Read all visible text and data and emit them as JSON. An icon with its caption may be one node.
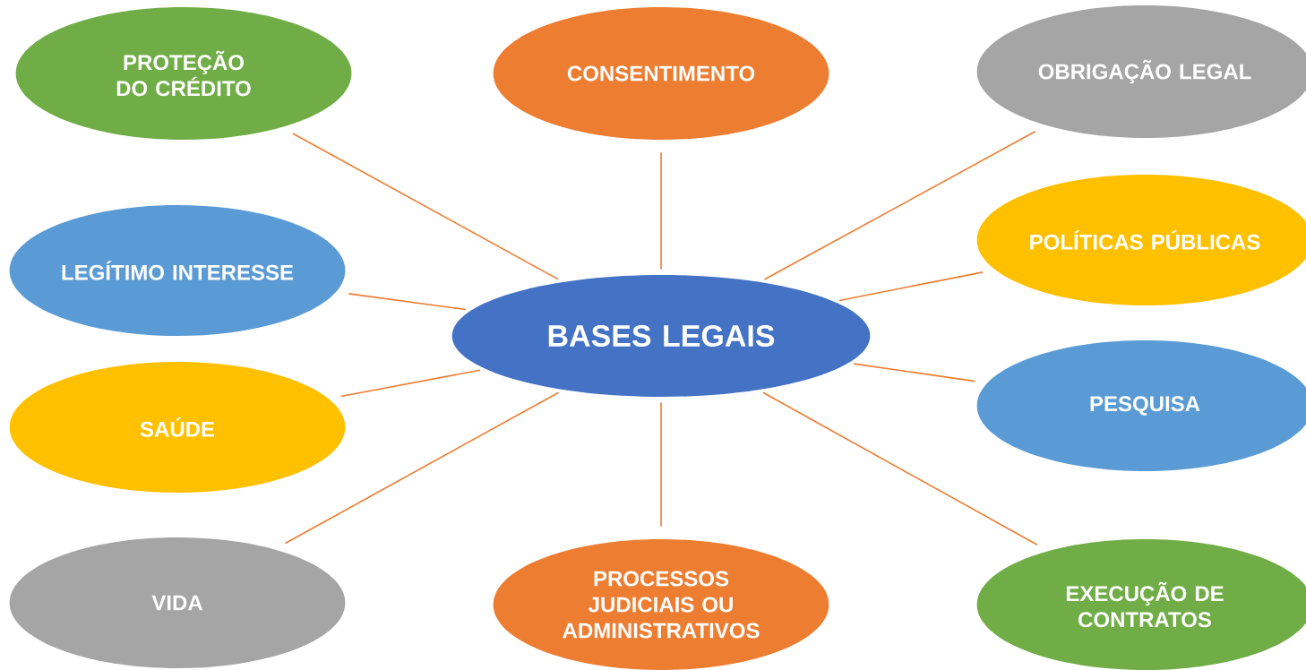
{
  "diagram": {
    "nodes": [
      {
        "text": [
          "PROTEÇÃO DO CRÉDITO"
        ]
      },
      {
        "text": [
          "CONSENTIMENTO"
        ]
      },
      {
        "text": [
          "OBRIGAÇÃO LEGAL"
        ]
      },
      {
        "text": [
          "POLÍTICAS PÚBLICAS"
        ]
      },
      {
        "text": [
          "LEGÍTIMO INTERESSE"
        ]
      },
      {
        "text": [
          "BASES LEGAIS"
        ]
      },
      {
        "text": [
          "PESQUISA"
        ]
      },
      {
        "text": [
          "SAÚDE"
        ]
      },
      {
        "text": [
          "VIDA"
        ]
      },
      {
        "text": [
          "PROCESSOS JUDICIAIS OU ADMINISTRATIVOS"
        ]
      },
      {
        "text": [
          "EXECUÇÃO DE CONTRATOS"
        ]
      }
    ],
    "edges": [
      {
        "from": 5,
        "to": 0,
        "arrow": "none"
      },
      {
        "from": 5,
        "to": 1,
        "arrow": "none"
      },
      {
        "from": 5,
        "to": 2,
        "arrow": "none"
      },
      {
        "from": 5,
        "to": 3,
        "arrow": "none"
      },
      {
        "from": 5,
        "to": 4,
        "arrow": "none"
      },
      {
        "from": 5,
        "to": 6,
        "arrow": "none"
      },
      {
        "from": 5,
        "to": 7,
        "arrow": "none"
      },
      {
        "from": 5,
        "to": 8,
        "arrow": "none"
      },
      {
        "from": 5,
        "to": 9,
        "arrow": "none"
      },
      {
        "from": 5,
        "to": 10,
        "arrow": "none"
      }
    ]
  }
}
